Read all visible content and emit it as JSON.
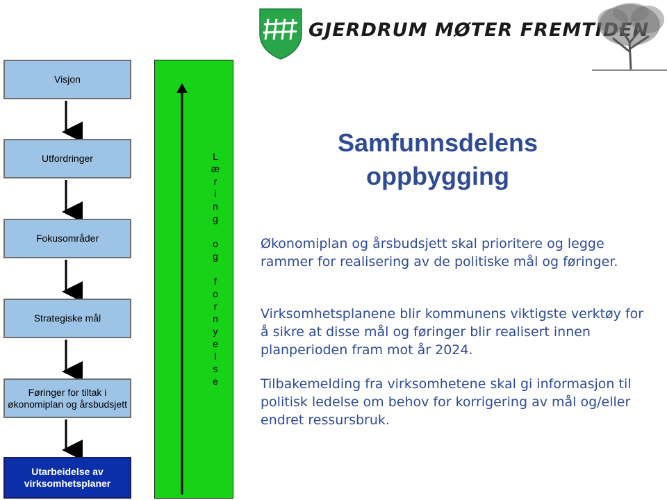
{
  "header": {
    "logo_text": "GJERDRUM MØTER FREMTIDEN"
  },
  "flow": {
    "boxes": [
      "Visjon",
      "Utfordringer",
      "Fokusområder",
      "Strategiske mål",
      "Føringer for tiltak i økonomiplan og årsbudsjett",
      "Utarbeidelse av virksomhetsplaner"
    ]
  },
  "feedback_bar": {
    "letters": [
      "L",
      "æ",
      "r",
      "i",
      "n",
      "g",
      "",
      "o",
      "g",
      "",
      "f",
      "o",
      "r",
      "n",
      "y",
      "e",
      "l",
      "s",
      "e"
    ]
  },
  "main": {
    "title": "Samfunnsdelens oppbygging",
    "paragraphs": [
      "Økonomiplan og årsbudsjett skal prioritere og legge rammer for realisering av de politiske mål og føringer.",
      "Virksomhetsplanene blir kommunens viktigste verktøy for å sikre at disse mål og føringer blir realisert innen planperioden fram mot år 2024.",
      "Tilbakemelding fra virksomhetene skal gi informasjon til politisk ledelse om behov for korrigering av mål og/eller endret ressursbruk."
    ]
  },
  "colors": {
    "box_fill": "#9dc3e6",
    "bottom_box_fill": "#0b2fa8",
    "green_bar": "#17d217",
    "text_blue": "#2e4b94",
    "shield_green": "#2aa64a"
  }
}
